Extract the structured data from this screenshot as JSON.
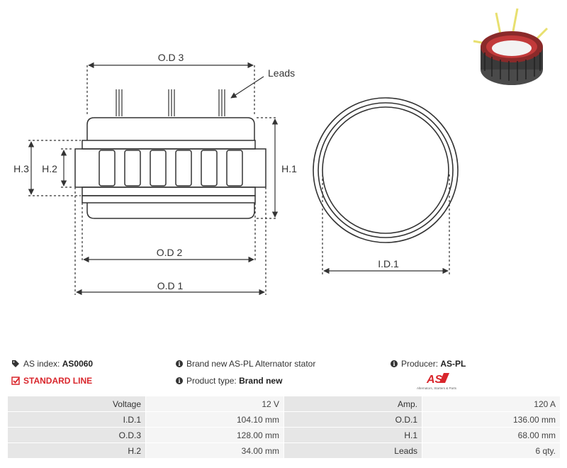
{
  "diagram": {
    "labels": {
      "od3": "O.D 3",
      "od2": "O.D 2",
      "od1": "O.D 1",
      "leads": "Leads",
      "h3": "H.3",
      "h2": "H.2",
      "h1": "H.1",
      "id1": "I.D.1"
    }
  },
  "info": {
    "as_index_label": "AS index:",
    "as_index_value": "AS0060",
    "line": "STANDARD LINE",
    "description": "Brand new AS-PL Alternator stator",
    "product_type_label": "Product type:",
    "product_type_value": "Brand new",
    "producer_label": "Producer:",
    "producer_value": "AS-PL",
    "logo_text": "AS",
    "logo_tagline": "Alternators, Starters & Parts"
  },
  "specs": [
    [
      "Voltage",
      "12 V",
      "Amp.",
      "120 A"
    ],
    [
      "I.D.1",
      "104.10 mm",
      "O.D.1",
      "136.00 mm"
    ],
    [
      "O.D.3",
      "128.00 mm",
      "H.1",
      "68.00 mm"
    ],
    [
      "H.2",
      "34.00 mm",
      "Leads",
      "6 qty."
    ]
  ],
  "colors": {
    "brand_red": "#d9262c",
    "line": "#333333",
    "key_cell": "#e6e6e6",
    "value_cell": "#f5f5f5"
  }
}
